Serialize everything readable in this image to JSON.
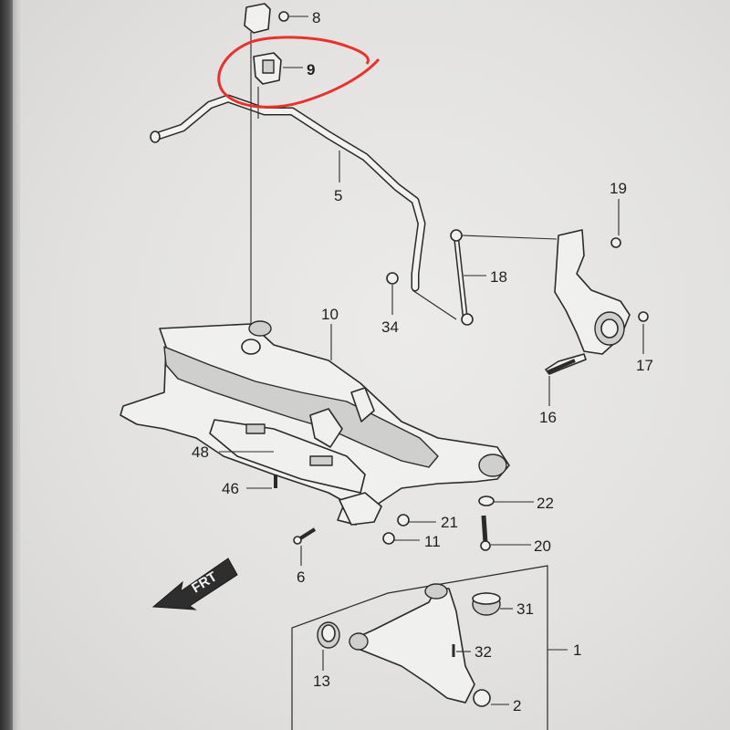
{
  "diagram": {
    "callouts": [
      {
        "id": "8",
        "text": "8"
      },
      {
        "id": "9",
        "text": "9"
      },
      {
        "id": "5",
        "text": "5"
      },
      {
        "id": "19",
        "text": "19"
      },
      {
        "id": "18",
        "text": "18"
      },
      {
        "id": "10",
        "text": "10"
      },
      {
        "id": "34",
        "text": "34"
      },
      {
        "id": "17",
        "text": "17"
      },
      {
        "id": "16",
        "text": "16"
      },
      {
        "id": "48",
        "text": "48"
      },
      {
        "id": "46",
        "text": "46"
      },
      {
        "id": "22",
        "text": "22"
      },
      {
        "id": "21",
        "text": "21"
      },
      {
        "id": "11",
        "text": "11"
      },
      {
        "id": "20",
        "text": "20"
      },
      {
        "id": "6",
        "text": "6"
      },
      {
        "id": "31",
        "text": "31"
      },
      {
        "id": "1",
        "text": "1"
      },
      {
        "id": "32",
        "text": "32"
      },
      {
        "id": "13",
        "text": "13"
      },
      {
        "id": "2",
        "text": "2"
      }
    ],
    "front_arrow_label": "FRT",
    "highlight_color": "#e8322e",
    "highlighted_part": "9"
  }
}
